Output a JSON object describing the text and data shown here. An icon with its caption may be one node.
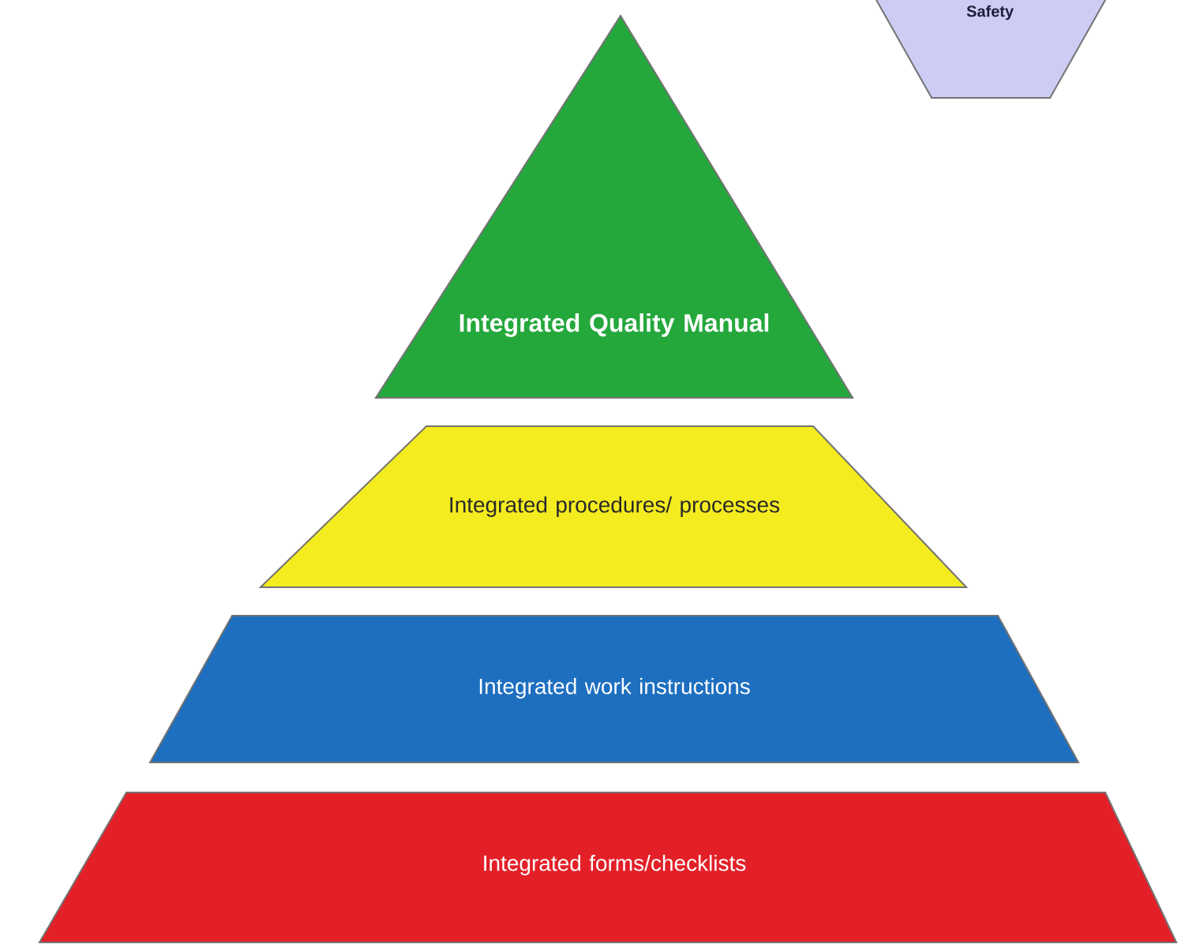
{
  "diagram": {
    "nodes": [
      {
        "text": [
          "Safety"
        ]
      },
      {
        "text": [
          "Integrated Quality Manual"
        ]
      },
      {
        "text": [
          "Integrated procedures/ processes"
        ]
      },
      {
        "text": [
          "Integrated work instructions"
        ]
      },
      {
        "text": [
          "Integrated forms/checklists"
        ]
      }
    ]
  }
}
